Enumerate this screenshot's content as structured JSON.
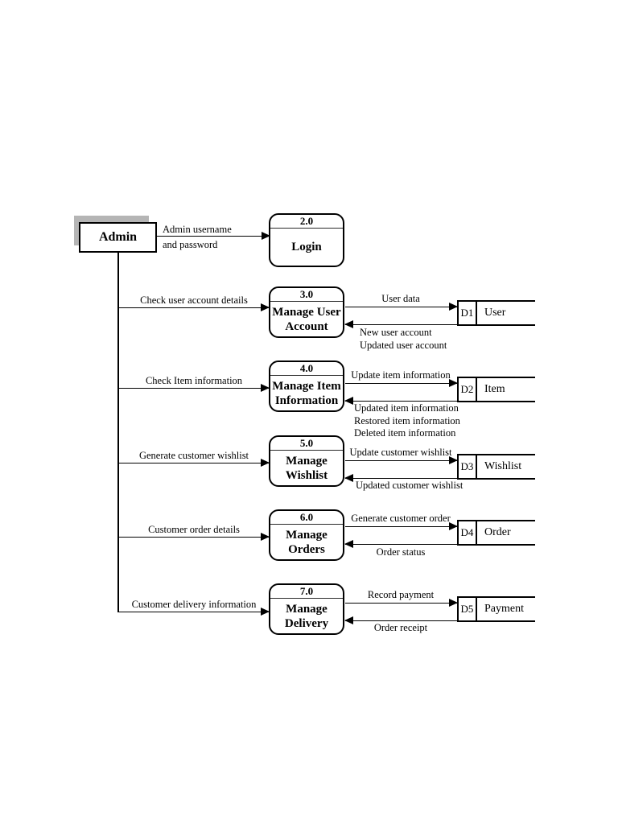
{
  "diagram": {
    "type": "data-flow-diagram"
  },
  "entity": {
    "name": "Admin"
  },
  "processes": [
    {
      "number": "2.0",
      "name": "Login"
    },
    {
      "number": "3.0",
      "name": "Manage User Account"
    },
    {
      "number": "4.0",
      "name": "Manage Item Information"
    },
    {
      "number": "5.0",
      "name": "Manage Wishlist"
    },
    {
      "number": "6.0",
      "name": "Manage Orders"
    },
    {
      "number": "7.0",
      "name": "Manage Delivery"
    }
  ],
  "datastores": [
    {
      "id": "D1",
      "name": "User"
    },
    {
      "id": "D2",
      "name": "Item"
    },
    {
      "id": "D3",
      "name": "Wishlist"
    },
    {
      "id": "D4",
      "name": "Order"
    },
    {
      "id": "D5",
      "name": "Payment"
    }
  ],
  "flows": {
    "admin_to_login": [
      "Admin username",
      "and password"
    ],
    "branches": [
      "Check user account details",
      "Check Item information",
      "Generate customer wishlist",
      "Customer order details",
      "Customer delivery information"
    ],
    "to_store": [
      "User data",
      "Update item information",
      "Update customer wishlist",
      "Generate customer order",
      "Record payment"
    ],
    "from_store": [
      [
        "New user account",
        "Updated user account"
      ],
      [
        "Updated item information",
        "Restored item information",
        "Deleted item information"
      ],
      [
        "Updated customer wishlist"
      ],
      [
        "Order status"
      ],
      [
        "Order receipt"
      ]
    ]
  },
  "colors": {
    "line": "#000000",
    "shadow": "#b5b5b5",
    "background": "#ffffff"
  }
}
